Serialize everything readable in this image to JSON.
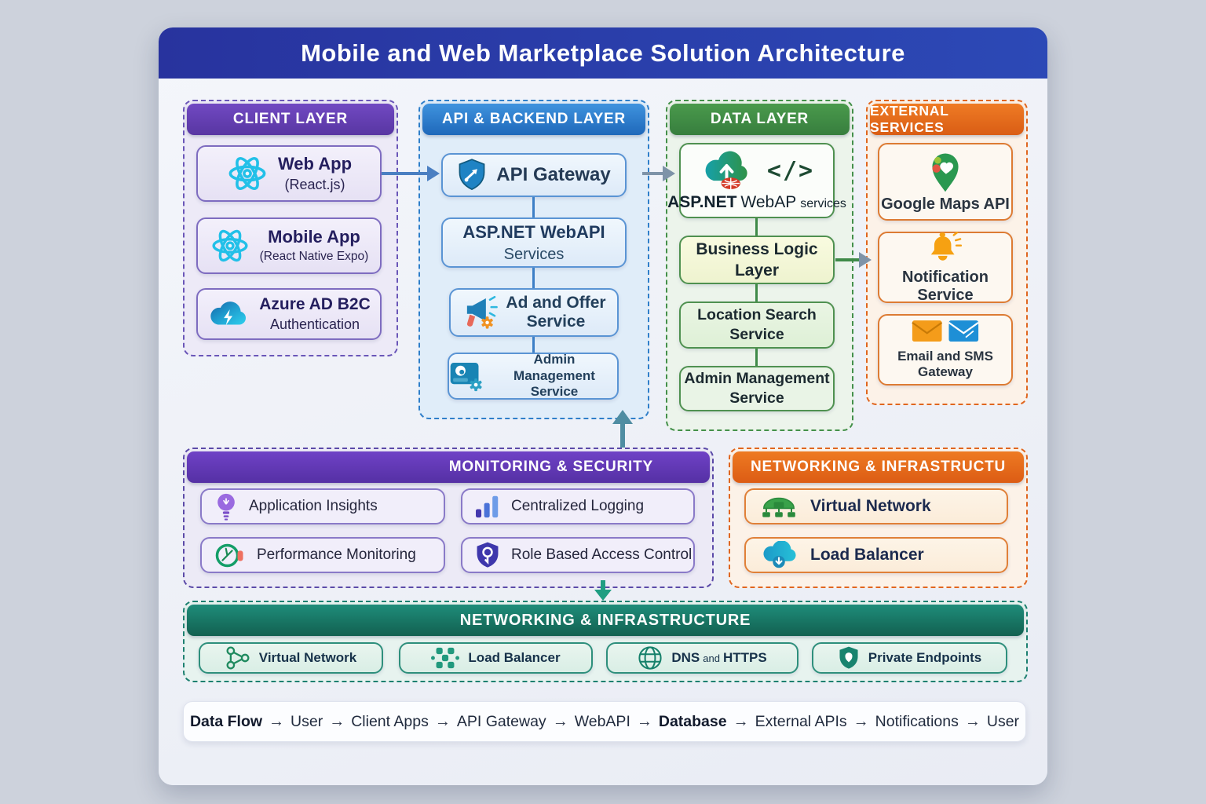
{
  "title": "Mobile and Web Marketplace Solution Architecture",
  "colors": {
    "title_bar": "#2c3fae",
    "client_accent": "#5c3db0",
    "api_accent": "#2b7fd0",
    "data_accent": "#3f8f46",
    "external_accent": "#e4651e",
    "monitoring_accent": "#5f35b2",
    "infrastructure_accent": "#177a6c"
  },
  "layers": {
    "client": {
      "header": "CLIENT LAYER",
      "items": [
        {
          "title": "Web App",
          "subtitle": "(React.js)",
          "icon": "react-icon"
        },
        {
          "title": "Mobile App",
          "subtitle": "(React Native Expo)",
          "icon": "react-icon"
        },
        {
          "title": "Azure AD B2C",
          "subtitle": "Authentication",
          "icon": "azure-cloud-icon"
        }
      ]
    },
    "api": {
      "header": "API & BACKEND LAYER",
      "items": [
        {
          "title": "API Gateway",
          "icon": "api-gateway-shield-icon"
        },
        {
          "title": "ASP.NET WebAPI",
          "subtitle": "Services"
        },
        {
          "title": "Ad and Offer",
          "subtitle": "Service",
          "icon": "megaphone-icon"
        },
        {
          "title": "Admin Management",
          "subtitle": "Service",
          "icon": "admin-console-icon"
        }
      ]
    },
    "data": {
      "header": "DATA LAYER",
      "items": [
        {
          "title_strong": "ASP.NET",
          "title_mid": "WebAP",
          "title_small": "services",
          "code_glyph": "</>",
          "icon": "cloud-upload-icon"
        },
        {
          "line1": "Business Logic",
          "line2": "Layer"
        },
        {
          "line1": "Location Search",
          "line2": "Service"
        },
        {
          "line1": "Admin Management",
          "line2": "Service"
        }
      ]
    },
    "external": {
      "header": "EXTERNAL SERVICES",
      "items": [
        {
          "label": "Google Maps API",
          "icon": "map-pin-icon"
        },
        {
          "label": "Notification Service",
          "icon": "bell-icon"
        },
        {
          "label": "Email and SMS Gateway",
          "icon": "email-sms-envelopes-icon"
        }
      ]
    }
  },
  "monitoring": {
    "header": "MONITORING & SECURITY",
    "items": [
      {
        "label": "Application Insights",
        "icon": "lightbulb-icon"
      },
      {
        "label": "Centralized Logging",
        "icon": "bar-chart-icon"
      },
      {
        "label": "Performance Monitoring",
        "icon": "gauge-icon"
      },
      {
        "label": "Role Based Access Control",
        "icon": "rbac-shield-icon"
      }
    ]
  },
  "networking_panel": {
    "header": "NETWORKING & INFRASTRUCTU",
    "items": [
      {
        "label": "Virtual Network",
        "icon": "network-dome-icon"
      },
      {
        "label": "Load Balancer",
        "icon": "cloud-balancer-icon"
      }
    ]
  },
  "infrastructure_band": {
    "header": "NETWORKING & INFRASTRUCTURE",
    "items": [
      {
        "label": "Virtual Network",
        "icon": "share-nodes-icon"
      },
      {
        "label": "Load Balancer",
        "icon": "distribute-icon"
      },
      {
        "label_a": "DNS",
        "label_mid": "and",
        "label_b": "HTTPS",
        "icon": "globe-icon"
      },
      {
        "label": "Private Endpoints",
        "icon": "endpoint-shield-icon"
      }
    ]
  },
  "data_flow": {
    "lead": "Data Flow",
    "arrow": "→",
    "steps": [
      "User",
      "Client Apps",
      "API Gateway",
      "WebAPI",
      "Database",
      "External APIs",
      "Notifications",
      "User"
    ]
  }
}
